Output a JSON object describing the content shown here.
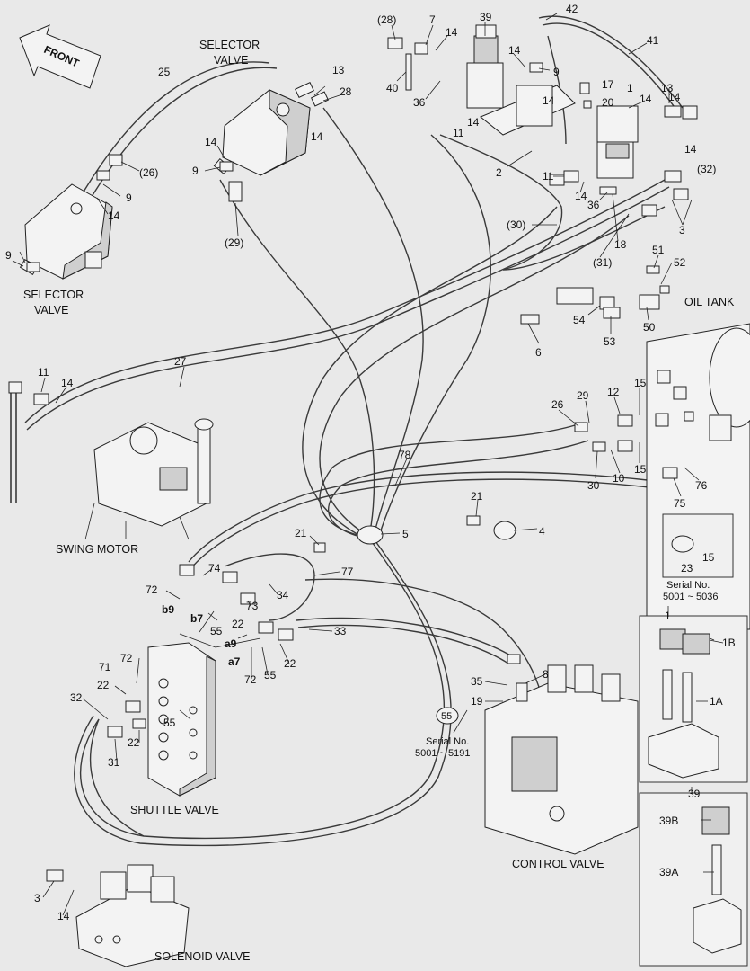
{
  "direction": "FRONT",
  "captions": {
    "selector_valve_top": [
      "SELECTOR",
      "VALVE"
    ],
    "selector_valve_left": [
      "SELECTOR",
      "VALVE"
    ],
    "oil_tank": "OIL TANK",
    "swing_motor": "SWING MOTOR",
    "shuttle_valve": "SHUTTLE VALVE",
    "control_valve": "CONTROL VALVE",
    "solenoid_valve": "SOLENOID VALVE"
  },
  "serial_notes": {
    "tank": [
      "Serial No.",
      "5001 ~ 5036"
    ],
    "control": [
      "Serial No.",
      "5001 ~ 5191"
    ],
    "control_ref": "55"
  },
  "inset_labels": {
    "inset1": "1",
    "inset39": "39"
  },
  "callouts": [
    "(28)",
    "7",
    "14",
    "39",
    "42",
    "41",
    "40",
    "36",
    "14",
    "9",
    "14",
    "11",
    "14",
    "17",
    "20",
    "1",
    "13",
    "14",
    "2",
    "11",
    "14",
    "36",
    "18",
    "(32)",
    "3",
    "(30)",
    "(31)",
    "14",
    "14",
    "13",
    "28",
    "9",
    "14",
    "25",
    "(26)",
    "9",
    "14",
    "(29)",
    "14",
    "9",
    "51",
    "52",
    "54",
    "53",
    "50",
    "6",
    "27",
    "11",
    "14",
    "26",
    "29",
    "12",
    "15",
    "15",
    "10",
    "30",
    "75",
    "76",
    "78",
    "21",
    "4",
    "5",
    "21",
    "77",
    "15",
    "23",
    "74",
    "72",
    "34",
    "73",
    "b9",
    "b7",
    "55",
    "22",
    "a9",
    "a7",
    "72",
    "55",
    "22",
    "33",
    "72",
    "71",
    "22",
    "32",
    "55",
    "22",
    "31",
    "8",
    "35",
    "19",
    "1B",
    "1A",
    "39B",
    "39A",
    "3",
    "14"
  ]
}
